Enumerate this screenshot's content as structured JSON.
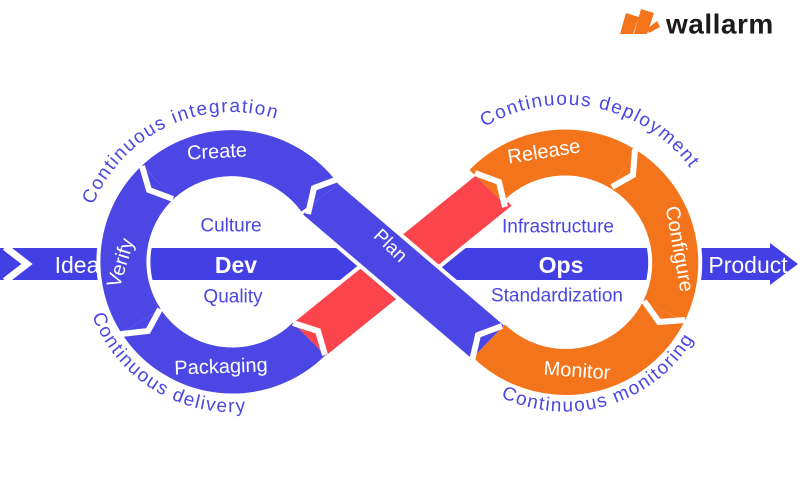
{
  "brand": {
    "name": "wallarm"
  },
  "colors": {
    "bar_blue": "#423FE4",
    "loop_blue": "#4C46E4",
    "label_blue": "#4A46E2",
    "orange": "#F4741B",
    "red": "#FB444B",
    "ink": "#1B1B1B",
    "white": "#FFFFFF"
  },
  "flow": {
    "input_label": "Idea",
    "output_label": "Product",
    "plan_label": "Plan"
  },
  "dev_loop": {
    "title": "Dev",
    "stages": {
      "create": "Create",
      "verify": "Verify",
      "packaging": "Packaging"
    },
    "values": {
      "culture": "Culture",
      "quality": "Quality"
    },
    "curved": {
      "top": "Continuous integration",
      "bottom": "Continuous delivery"
    }
  },
  "ops_loop": {
    "title": "Ops",
    "stages": {
      "release": "Release",
      "configure": "Configure",
      "monitor": "Monitor"
    },
    "values": {
      "infrastructure": "Infrastructure",
      "standardization": "Standardization"
    },
    "curved": {
      "top": "Continuous deployment",
      "bottom": "Continuous monitoring"
    }
  }
}
